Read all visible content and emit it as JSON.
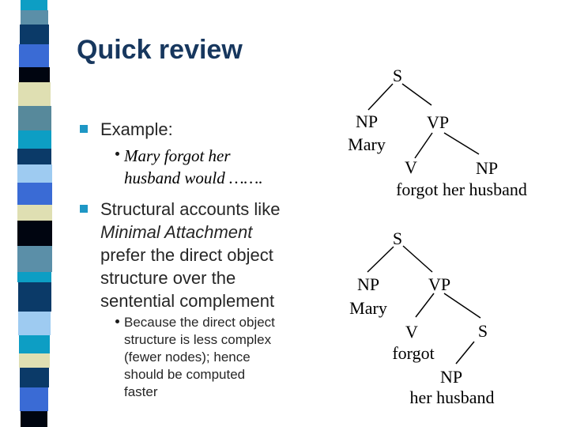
{
  "colors": {
    "title": "#17375E",
    "marker": "#1E97C5",
    "text": "#262626",
    "tree_text": "#000000"
  },
  "slide": {
    "title": "Quick review"
  },
  "bullets": {
    "example_label": "Example:",
    "quote_text": "Mary forgot her\nhusband would …….",
    "structural_line1": "Structural accounts like",
    "structural_italic": "Minimal Attachment",
    "structural_rest": "prefer the direct object\nstructure over the\nsentential complement",
    "because_text": "Because the direct object\nstructure is less complex\n(fewer nodes); hence\nshould be computed\nfaster"
  },
  "trees": {
    "tree1": {
      "root": "S",
      "subject": "NP",
      "subject_word": "Mary",
      "vp": "VP",
      "verb": "V",
      "object": "NP",
      "phrase": "forgot her husband"
    },
    "tree2": {
      "root": "S",
      "subject": "NP",
      "subject_word": "Mary",
      "vp": "VP",
      "verb": "V",
      "verb_word": "forgot",
      "complement": "S",
      "object": "NP",
      "object_words": "her husband"
    }
  },
  "strip": {
    "blocks": [
      {
        "color": "#0D9EC4",
        "h": 13
      },
      {
        "color": "#5B8FA8",
        "h": 18
      },
      {
        "color": "#0B3A68",
        "h": 25
      },
      {
        "color": "#3A6BD5",
        "h": 29
      },
      {
        "color": "#000510",
        "h": 19
      },
      {
        "color": "#DFDFB2",
        "h": 30
      },
      {
        "color": "#57899B",
        "h": 31
      },
      {
        "color": "#0D9EC4",
        "h": 23
      },
      {
        "color": "#0B3A68",
        "h": 20
      },
      {
        "color": "#9ECBF1",
        "h": 23
      },
      {
        "color": "#3A6BD5",
        "h": 28
      },
      {
        "color": "#DFDFB2",
        "h": 20
      },
      {
        "color": "#000510",
        "h": 32
      },
      {
        "color": "#5B8FA8",
        "h": 33
      },
      {
        "color": "#0D9EC4",
        "h": 13
      },
      {
        "color": "#0B3A68",
        "h": 37
      },
      {
        "color": "#9ECBF1",
        "h": 30
      },
      {
        "color": "#0D9EC4",
        "h": 23
      },
      {
        "color": "#DFDFB2",
        "h": 18
      },
      {
        "color": "#0B3A68",
        "h": 25
      },
      {
        "color": "#3A6BD5",
        "h": 30
      },
      {
        "color": "#000510",
        "h": 20
      }
    ]
  }
}
